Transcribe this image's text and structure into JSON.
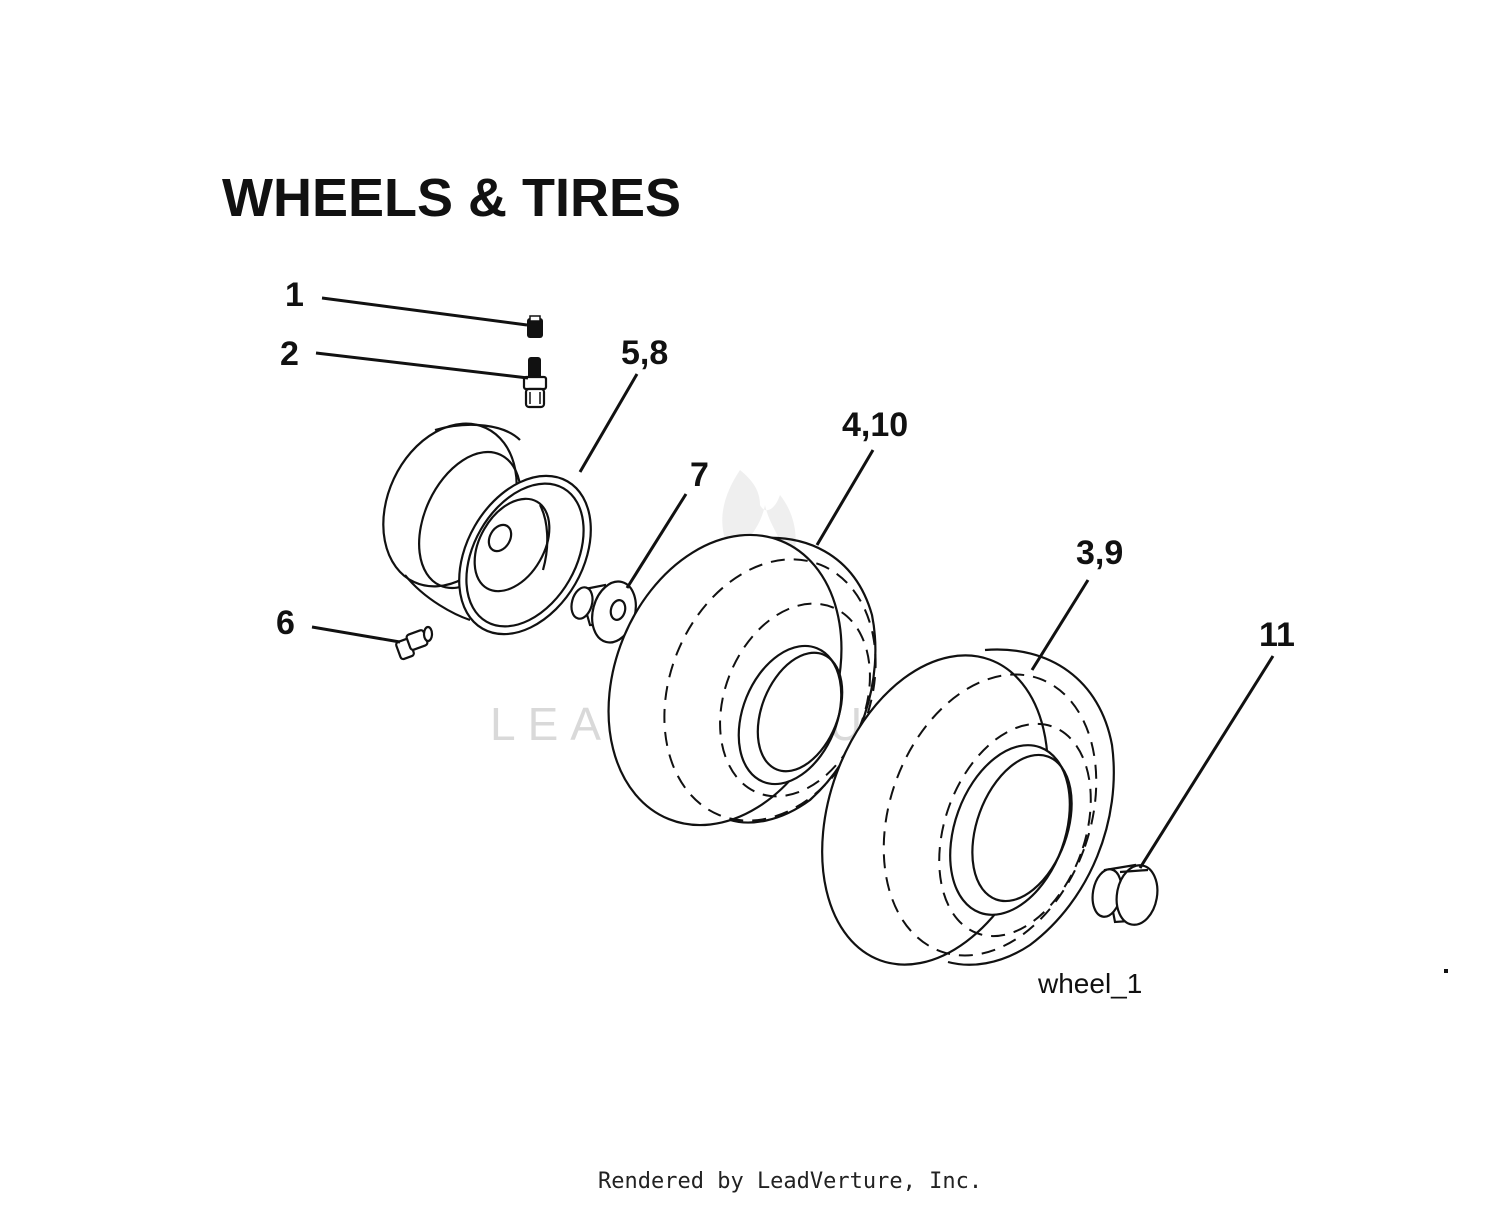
{
  "title": "WHEELS & TIRES",
  "callouts": [
    {
      "id": "c1",
      "label": "1"
    },
    {
      "id": "c2",
      "label": "2"
    },
    {
      "id": "c58",
      "label": "5,8"
    },
    {
      "id": "c7",
      "label": "7"
    },
    {
      "id": "c410",
      "label": "4,10"
    },
    {
      "id": "c39",
      "label": "3,9"
    },
    {
      "id": "c11",
      "label": "11"
    },
    {
      "id": "c6",
      "label": "6"
    }
  ],
  "figure_id": "wheel_1",
  "watermark": "LEADVENTURE",
  "footer": "Rendered by LeadVerture, Inc."
}
